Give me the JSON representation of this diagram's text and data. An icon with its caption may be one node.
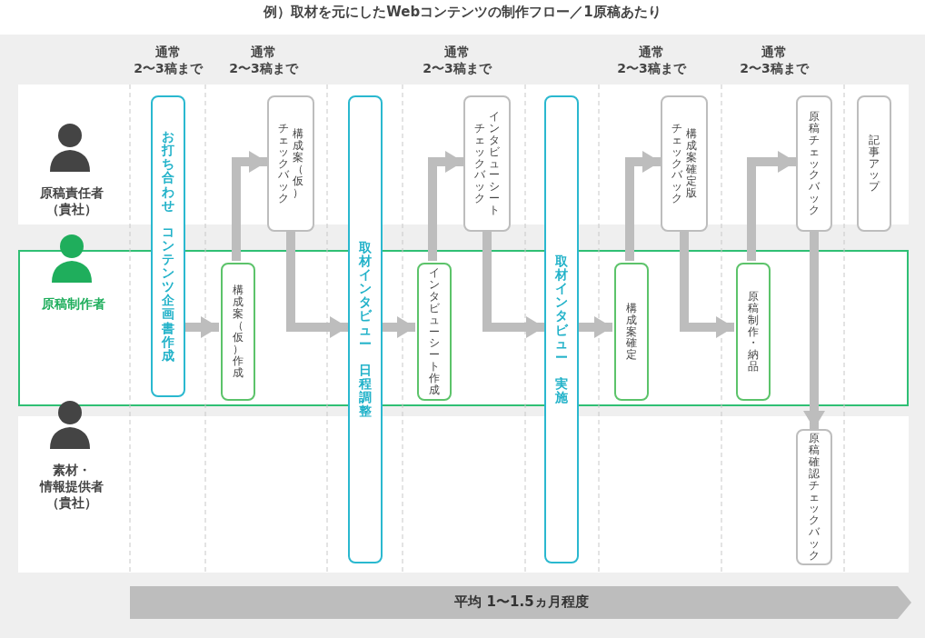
{
  "diagram": {
    "title": "例）取材を元にしたWebコンテンツの制作フロー／1原稿あたり",
    "nodes": [
      {
        "text": [
          "原稿責任者（貴社）"
        ]
      },
      {
        "text": [
          "原稿制作者"
        ]
      },
      {
        "text": [
          "素材・情報提供者（貴社）"
        ]
      },
      {
        "text": [
          "お打ち合わせコンテンツ企画書作成"
        ]
      },
      {
        "text": [
          "構成案（仮）作成"
        ],
        "in": 1
      },
      {
        "text": [
          "構成案（仮）チェックバック"
        ],
        "in": 0
      },
      {
        "text": [
          "取材インタビュー日程調整"
        ]
      },
      {
        "text": [
          "インタビューシート作成"
        ],
        "in": 1
      },
      {
        "text": [
          "インタビューシートチェックバック"
        ],
        "in": 0
      },
      {
        "text": [
          "取材インタビュー実施"
        ]
      },
      {
        "text": [
          "構成案確定"
        ],
        "in": 1
      },
      {
        "text": [
          "構成案確定版チェックバック"
        ],
        "in": 0
      },
      {
        "text": [
          "原稿制作・納品"
        ],
        "in": 1
      },
      {
        "text": [
          "原稿チェックバック"
        ],
        "in": 0
      },
      {
        "text": [
          "記事アップ"
        ],
        "in": 0
      },
      {
        "text": [
          "原稿確認チェックバック"
        ],
        "in": 2
      }
    ],
    "edges": [
      {
        "from": 3,
        "to": 4,
        "arrow": "to"
      },
      {
        "from": 4,
        "to": 5,
        "arrow": "to"
      },
      {
        "from": 5,
        "to": 6,
        "arrow": "to"
      },
      {
        "from": 6,
        "to": 7,
        "arrow": "to"
      },
      {
        "from": 7,
        "to": 8,
        "arrow": "to"
      },
      {
        "from": 8,
        "to": 9,
        "arrow": "to"
      },
      {
        "from": 9,
        "to": 10,
        "arrow": "to"
      },
      {
        "from": 10,
        "to": 11,
        "arrow": "to"
      },
      {
        "from": 11,
        "to": 12,
        "arrow": "to"
      },
      {
        "from": 12,
        "to": 13,
        "arrow": "to"
      },
      {
        "from": 13,
        "to": 15,
        "arrow": "to"
      }
    ],
    "labels": [
      "通常2〜3稿まで",
      "通常2〜3稿まで",
      "通常2〜3稿まで",
      "通常2〜3稿まで",
      "通常2〜3稿まで",
      "平均 1〜1.5ヵ月程度"
    ]
  }
}
